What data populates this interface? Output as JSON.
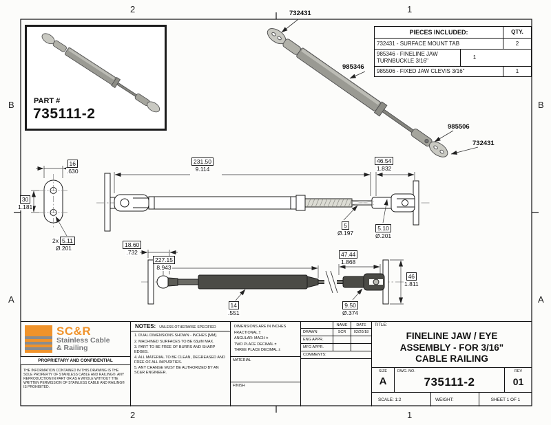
{
  "sheet": {
    "zones": {
      "top_left": "2",
      "top_right": "1",
      "bottom_left": "2",
      "bottom_right": "1",
      "left_upper": "B",
      "left_lower": "A",
      "right_upper": "B",
      "right_lower": "A"
    }
  },
  "inset": {
    "part_label": "PART #",
    "part_number": "735111-2"
  },
  "pieces_table": {
    "header": "PIECES INCLUDED:",
    "qty_header": "QTY.",
    "rows": [
      {
        "desc": "732431 - SURFACE MOUNT TAB",
        "qty": "2"
      },
      {
        "desc": "985346 - FINELINE JAW TURNBUCKLE 3/16\"",
        "qty": "1"
      },
      {
        "desc": "985506 - FIXED JAW CLEVIS 3/16\"",
        "qty": "1"
      }
    ]
  },
  "iso_labels": {
    "top_tab": "732431",
    "turnbuckle": "985346",
    "clevis": "985506",
    "bottom_tab": "732431"
  },
  "dims": {
    "tab_w": {
      "mm": "16",
      "in": ".630"
    },
    "tab_h": {
      "mm": "30",
      "in": "1.181"
    },
    "tab_holes": {
      "prefix": "2x",
      "mm": "5.11",
      "in": "Ø.201"
    },
    "overall": {
      "mm": "231.50",
      "in": "9.114"
    },
    "clevis_len": {
      "mm": "46.54",
      "in": "1.832"
    },
    "cable_dia": {
      "mm": "5",
      "in": "Ø.197"
    },
    "pin_dia": {
      "mm": "5.10",
      "in": "Ø.201"
    },
    "v2_offset": {
      "mm": "18.60",
      "in": ".732"
    },
    "v2_overall": {
      "mm": "227.15",
      "in": "8.943"
    },
    "v2_clevis": {
      "mm": "47.44",
      "in": "1.868"
    },
    "v2_tab_h": {
      "mm": "46",
      "in": "1.811"
    },
    "v2_body": {
      "mm": "14",
      "in": ".551"
    },
    "v2_dia": {
      "mm": "9.50",
      "in": "Ø.374"
    }
  },
  "logo": {
    "brand": "SC&R",
    "sub1": "Stainless Cable",
    "sub2": "& Railing",
    "confidential": "PROPRIETARY AND CONFIDENTIAL",
    "legal": "THE INFORMATION CONTAINED IN THIS DRAWING IS THE SOLE PROPERTY OF STAINLESS CABLE AND RAILING®. ANY REPRODUCTION IN PART OR AS A WHOLE WITHOUT THE WRITTEN PERMISSION OF STAINLESS CABLE AND RAILING® IS PROHIBITED."
  },
  "title_block": {
    "notes_header": "NOTES:",
    "notes_subheader": "UNLESS OTHERWISE SPECIFIED",
    "notes": [
      "1. DUAL DIMENSIONS SHOWN - INCHES [MM].",
      "2. MACHINED SURFACES TO BE 63μIN MAX.",
      "3. PART TO BE FREE OF BURRS AND SHARP EDGES.",
      "4. ALL MATERIAL TO BE CLEAN, DEGREASED AND FREE OF ALL IMPURITIES.",
      "5. ANY CHANGE MUST BE AUTHORIZED BY AN SC&R ENGINEER."
    ],
    "tolerances": [
      "DIMENSIONS ARE IN INCHES",
      "FRACTIONAL ±",
      "ANGULAR: MACH ±",
      "TWO PLACE DECIMAL ±",
      "THREE PLACE DECIMAL ±"
    ],
    "material_label": "MATERIAL",
    "finish_label": "FINISH",
    "name_header": "NAME",
    "date_header": "DATE",
    "approvals": [
      {
        "label": "DRAWN",
        "name": "SCR",
        "date": "02/20/18"
      },
      {
        "label": "ENG APPR.",
        "name": "",
        "date": ""
      },
      {
        "label": "MFG APPR.",
        "name": "",
        "date": ""
      },
      {
        "label": "COMMENTS:",
        "name": "",
        "date": ""
      }
    ],
    "title_label": "TITLE:",
    "title_lines": [
      "FINELINE JAW / EYE",
      "ASSEMBLY - FOR 3/16\"",
      "CABLE RAILING"
    ],
    "size_label": "SIZE",
    "size_value": "A",
    "dwg_label": "DWG.  NO.",
    "dwg_value": "735111-2",
    "rev_label": "REV",
    "rev_value": "01",
    "scale": "SCALE: 1:2",
    "weight_label": "WEIGHT:",
    "sheet": "SHEET 1 OF 1"
  }
}
